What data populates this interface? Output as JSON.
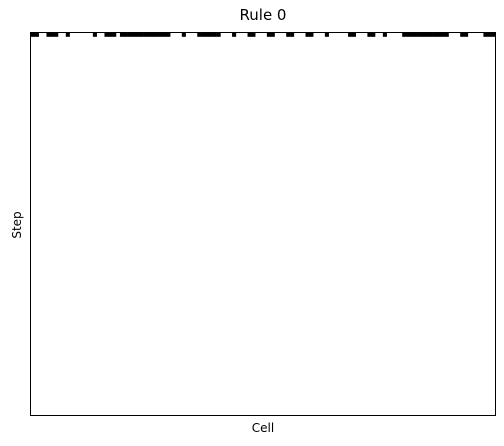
{
  "chart_data": {
    "type": "heatmap",
    "title": "Rule 0",
    "xlabel": "Cell",
    "ylabel": "Step",
    "colormap": {
      "alive": "#000000",
      "dead": "#ffffff"
    },
    "axes_ticks": false,
    "rows": 100,
    "columns": 120,
    "first_row_alive_cells": [
      0,
      1,
      4,
      5,
      6,
      9,
      16,
      19,
      20,
      21,
      23,
      24,
      25,
      26,
      27,
      28,
      29,
      30,
      31,
      32,
      33,
      34,
      35,
      39,
      43,
      44,
      45,
      46,
      47,
      48,
      52,
      56,
      57,
      61,
      62,
      66,
      67,
      71,
      72,
      76,
      82,
      83,
      87,
      88,
      91,
      96,
      97,
      98,
      99,
      100,
      101,
      102,
      103,
      104,
      105,
      106,
      107,
      111,
      112,
      117,
      118,
      119
    ],
    "note_rows": "Rule 0 kills every cell after step 0; all later rows are empty."
  }
}
